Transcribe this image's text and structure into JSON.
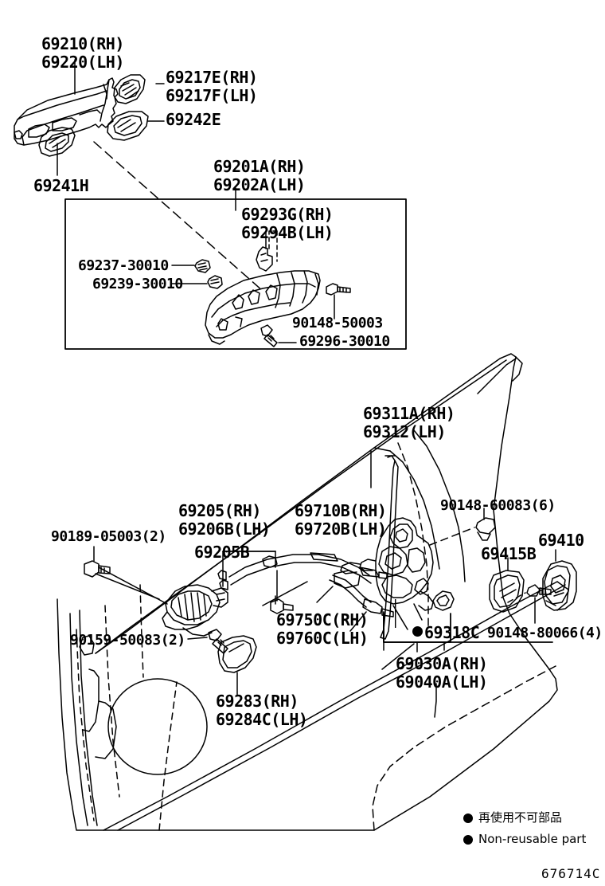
{
  "diagram": {
    "code": "676714C",
    "title": "Front door lock & handle parts diagram"
  },
  "legend": {
    "japanese": "再使用不可部品",
    "english": "Non-reusable part",
    "marker": "filled-circle"
  },
  "labels": {
    "outside_handle": "69210(RH)\n69220(LH)",
    "handle_cover_e": "69217E(RH)\n69217F(LH)",
    "handle_cap": "69242E",
    "handle_cap_h": "69241H",
    "frame_subassy": "69201A(RH)\n69202A(LH)",
    "lever": "69293G(RH)\n69294B(LH)",
    "clip_69237": "69237-30010",
    "clip_69239": "69239-30010",
    "screw_90148_50003": "90148-50003",
    "part_69296": "69296-30010",
    "run_channel": "69311A(RH)\n69312(LH)",
    "screw_90148_60083": "90148-60083(6)",
    "striker_plate": "69415B",
    "striker": "69410",
    "screw_90148_80066": "90148-80066(4)",
    "inside_handle": "69205(RH)\n69206B(LH)",
    "inside_handle_b": "69205B",
    "screw_90189_05003": "90189-05003(2)",
    "screw_90159_50083": "90159-50083(2)",
    "bezel": "69283(RH)\n69284C(LH)",
    "cable_lock": "69710B(RH)\n69720B(LH)",
    "cable_open": "69750C(RH)\n69760C(LH)",
    "clip_69318c": "69318C",
    "lock_assy": "69030A(RH)\n69040A(LH)"
  }
}
